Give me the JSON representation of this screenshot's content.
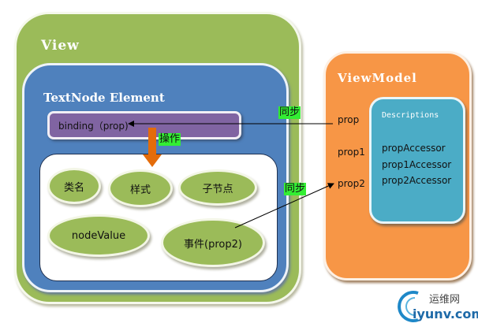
{
  "view": {
    "title": "View",
    "textnode": {
      "title": "TextNode Element",
      "binding": "binding（prop)",
      "operation_label": "操作",
      "nodes": [
        "类名",
        "样式",
        "子节点",
        "nodeValue",
        "事件(prop2)"
      ]
    }
  },
  "viewmodel": {
    "title": "ViewModel",
    "props": [
      "prop",
      "prop1",
      "prop2"
    ],
    "descriptions": {
      "title": "Descriptions",
      "accessors": [
        "propAccessor",
        "prop1Accessor",
        "prop2Accessor"
      ]
    }
  },
  "connectors": {
    "sync_label_top": "同步",
    "sync_label_bottom": "同步"
  },
  "colors": {
    "view": "#9bbb59",
    "textnode": "#4f81bd",
    "binding": "#8064a2",
    "viewmodel": "#f79646",
    "descriptions": "#4bacc6",
    "arrow": "#e46c0a",
    "tag": "#33ee33"
  },
  "watermark": {
    "name": "运维网",
    "url": "iyunv.com"
  }
}
